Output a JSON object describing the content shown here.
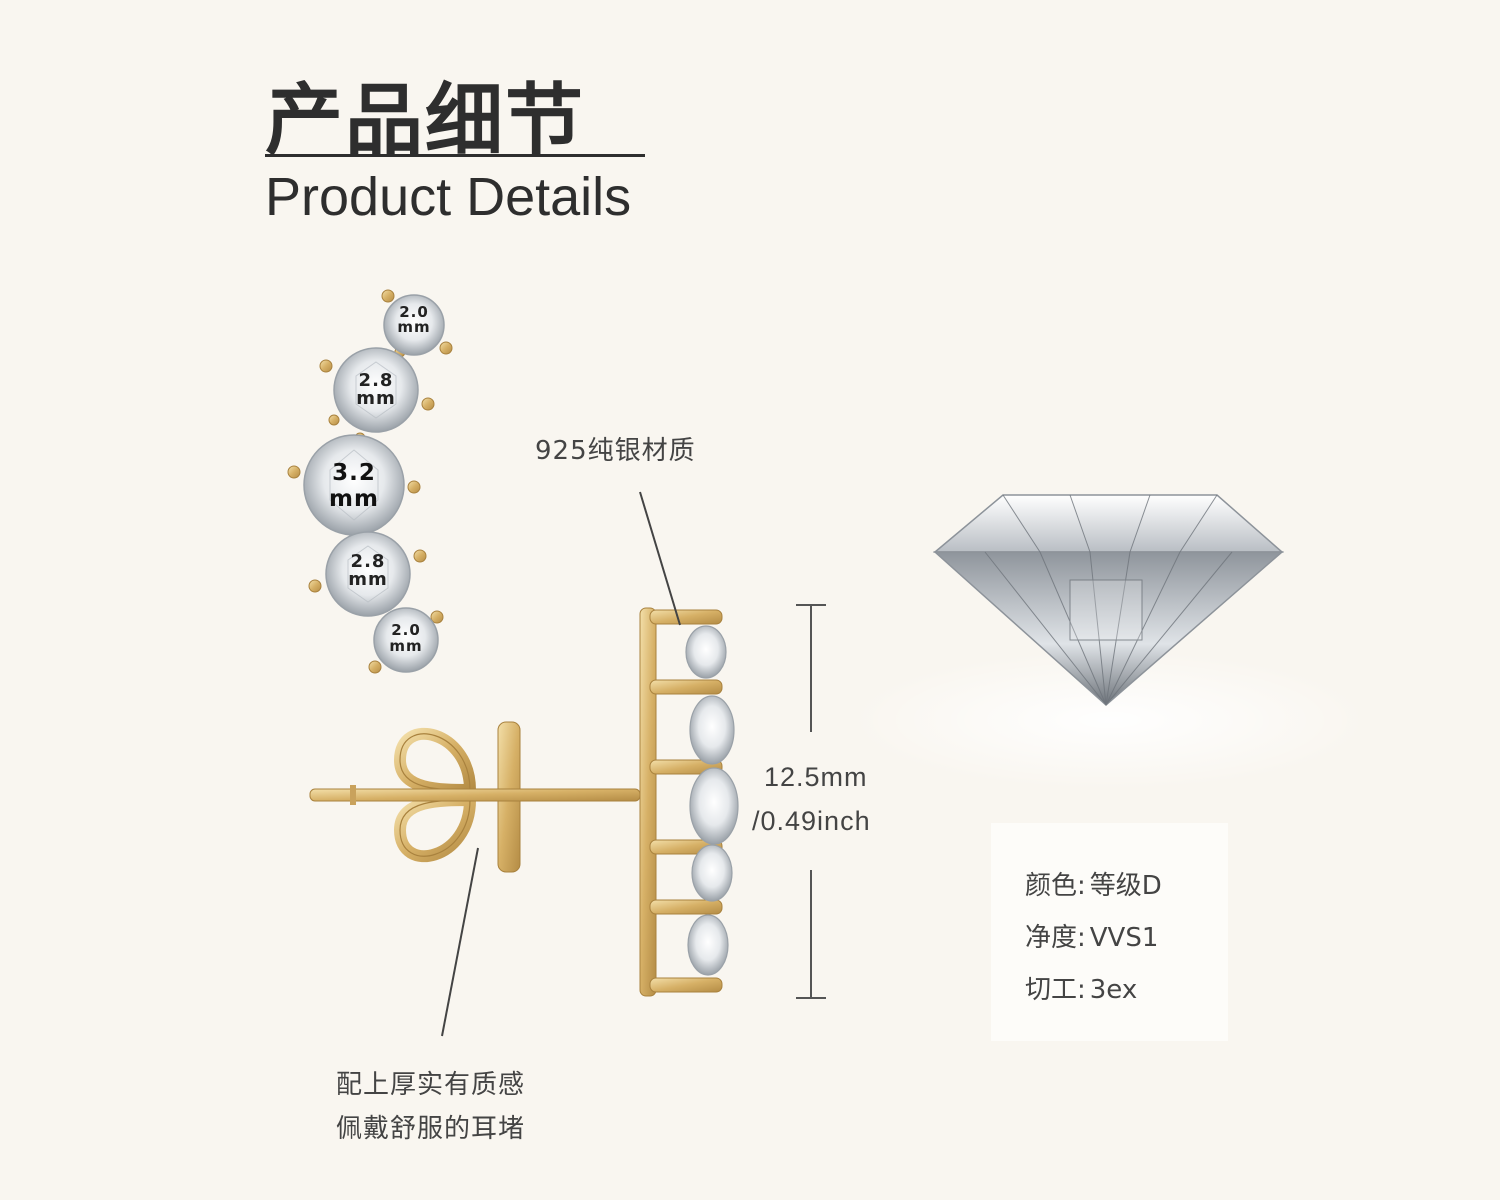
{
  "header": {
    "title_cn": "产品细节",
    "title_en": "Product Details"
  },
  "stone_sizes": [
    {
      "size": "2.0",
      "unit": "mm"
    },
    {
      "size": "2.8",
      "unit": "mm"
    },
    {
      "size": "3.2",
      "unit": "mm"
    },
    {
      "size": "2.8",
      "unit": "mm"
    },
    {
      "size": "2.0",
      "unit": "mm"
    }
  ],
  "annotations": {
    "material": "925纯银材质",
    "backing_line1": "配上厚实有质感",
    "backing_line2": "佩戴舒服的耳堵"
  },
  "dimension": {
    "metric": "12.5mm",
    "imperial": "/0.49inch"
  },
  "specs": [
    {
      "key": "颜色:",
      "value": "等级D"
    },
    {
      "key": "净度:",
      "value": "VVS1"
    },
    {
      "key": "切工:",
      "value": "3ex"
    }
  ],
  "colors": {
    "background": "#f9f6f0",
    "gold": "#d9b56f",
    "text": "#333333"
  }
}
